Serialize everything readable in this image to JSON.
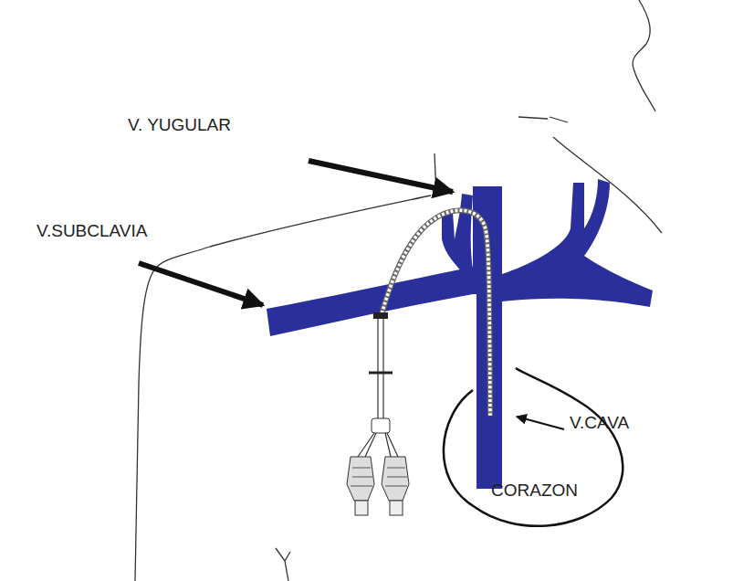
{
  "diagram": {
    "nodes": [
      {
        "text": [
          "CORAZON"
        ]
      }
    ],
    "labels": [
      "V. YUGULAR",
      "V.SUBCLAVIA",
      "V.CAVA"
    ]
  }
}
